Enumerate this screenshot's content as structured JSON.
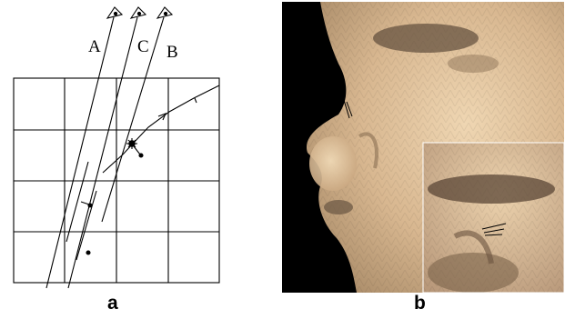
{
  "panel_a": {
    "label": "a",
    "ray_labels": {
      "a": "A",
      "b": "B",
      "c": "C"
    }
  },
  "panel_b": {
    "label": "b"
  },
  "colors": {
    "line": "#000000",
    "skin_light": "#e6c9a2",
    "skin_mid": "#c9a67f",
    "skin_shadow": "#6e5a45",
    "background_dark": "#000000"
  }
}
